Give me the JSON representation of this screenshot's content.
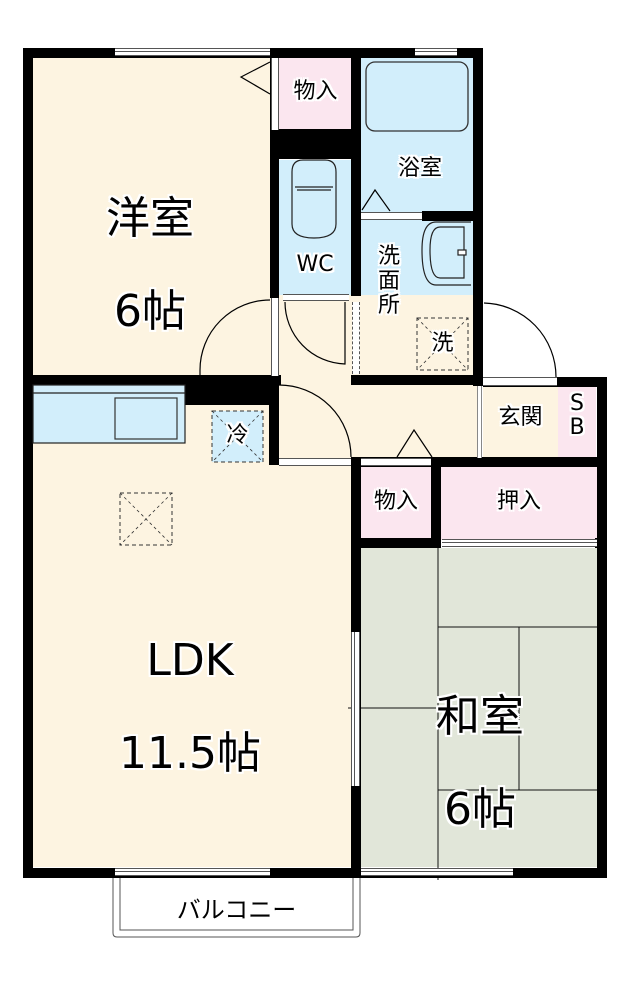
{
  "floorplan": {
    "rooms": {
      "western_room": {
        "name": "洋室",
        "size": "6帖"
      },
      "storage_top": {
        "name": "物入"
      },
      "bathroom": {
        "name": "浴室"
      },
      "wc": {
        "name": "WC"
      },
      "washroom": {
        "name": "洗\n面\n所"
      },
      "washer": {
        "name": "洗"
      },
      "fridge": {
        "name": "冷"
      },
      "entrance": {
        "name": "玄関"
      },
      "shoe_box": {
        "name": "S\nB"
      },
      "storage_mid": {
        "name": "物入"
      },
      "closet": {
        "name": "押入"
      },
      "ldk": {
        "name": "LDK",
        "size": "11.5帖"
      },
      "japanese_room": {
        "name": "和室",
        "size": "6帖"
      },
      "balcony": {
        "name": "バルコニー"
      }
    },
    "colors": {
      "wall": "#000000",
      "living_floor": "#fdf4e1",
      "storage": "#fbe6ef",
      "wet_area": "#d2eefb",
      "tatami": "#e1e6d9"
    }
  }
}
